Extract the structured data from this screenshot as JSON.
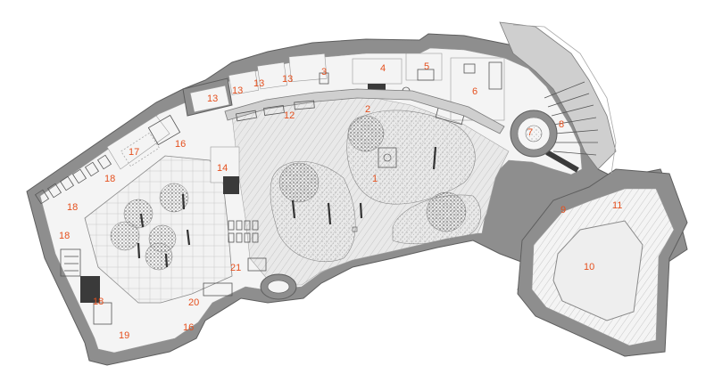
{
  "image": {
    "description_free": true
  },
  "colors": {
    "label": "#e5501e",
    "wall": "#8e8e8e",
    "background": "#ffffff"
  },
  "labels": {
    "l1": "1",
    "l2": "2",
    "l3": "3",
    "l4": "4",
    "l5": "5",
    "l6": "6",
    "l7": "7",
    "l8": "8",
    "l9": "9",
    "l10": "10",
    "l11": "11",
    "l12": "12",
    "l13a": "13",
    "l13b": "13",
    "l13c": "13",
    "l13d": "13",
    "l14": "14",
    "l16a": "16",
    "l16b": "16",
    "l17": "17",
    "l18a": "18",
    "l18b": "18",
    "l18c": "18",
    "l18d": "18",
    "l19": "19",
    "l20": "20",
    "l21": "21"
  }
}
